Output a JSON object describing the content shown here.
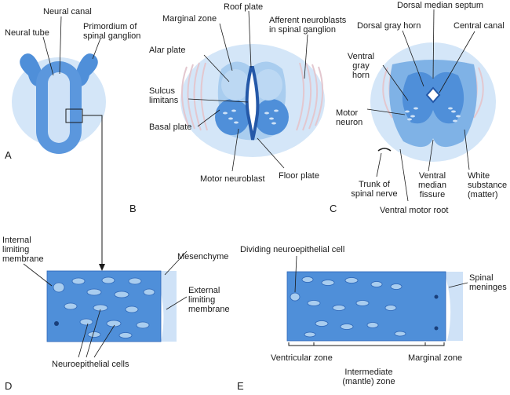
{
  "panels": {
    "a": "A",
    "b": "B",
    "c": "C",
    "d": "D",
    "e": "E"
  },
  "labels": {
    "neural_canal": "Neural canal",
    "neural_tube": "Neural tube",
    "primordium_l1": "Primordium of",
    "primordium_l2": "spinal ganglion",
    "marginal_zone_b": "Marginal zone",
    "roof_plate": "Roof plate",
    "afferent_l1": "Afferent neuroblasts",
    "afferent_l2": "in spinal ganglion",
    "alar_plate": "Alar plate",
    "sulcus_l1": "Sulcus",
    "sulcus_l2": "limitans",
    "basal_plate": "Basal plate",
    "motor_neuroblast": "Motor neuroblast",
    "floor_plate": "Floor plate",
    "dorsal_median_septum": "Dorsal median septum",
    "dorsal_gray_horn": "Dorsal gray horn",
    "central_canal": "Central canal",
    "ventral_gray_l1": "Ventral",
    "ventral_gray_l2": "gray",
    "ventral_gray_l3": "horn",
    "motor_neuron_l1": "Motor",
    "motor_neuron_l2": "neuron",
    "trunk_l1": "Trunk of",
    "trunk_l2": "spinal nerve",
    "ventral_median_l1": "Ventral",
    "ventral_median_l2": "median",
    "ventral_median_l3": "fissure",
    "white_l1": "White",
    "white_l2": "substance",
    "white_l3": "(matter)",
    "ventral_motor_root": "Ventral motor root",
    "internal_l1": "Internal",
    "internal_l2": "limiting",
    "internal_l3": "membrane",
    "mesenchyme": "Mesenchyme",
    "external_l1": "External",
    "external_l2": "limiting",
    "external_l3": "membrane",
    "neuroepithelial_cells": "Neuroepithelial cells",
    "dividing_cell": "Dividing neuroepithelial cell",
    "spinal_l1": "Spinal",
    "spinal_l2": "meninges",
    "ventricular_zone": "Ventricular zone",
    "intermediate_l1": "Intermediate",
    "intermediate_l2": "(mantle) zone",
    "marginal_zone_e": "Marginal zone"
  },
  "colors": {
    "background": "#ffffff",
    "halo": "#cfe2f7",
    "light_blue": "#a9cdef",
    "mid_blue": "#7fb2e6",
    "dark_blue": "#3f7fd0",
    "canal_outline": "#2458a8",
    "nerve_fibers": "#e3c7cf",
    "leader_lines": "#1a1a1a"
  }
}
